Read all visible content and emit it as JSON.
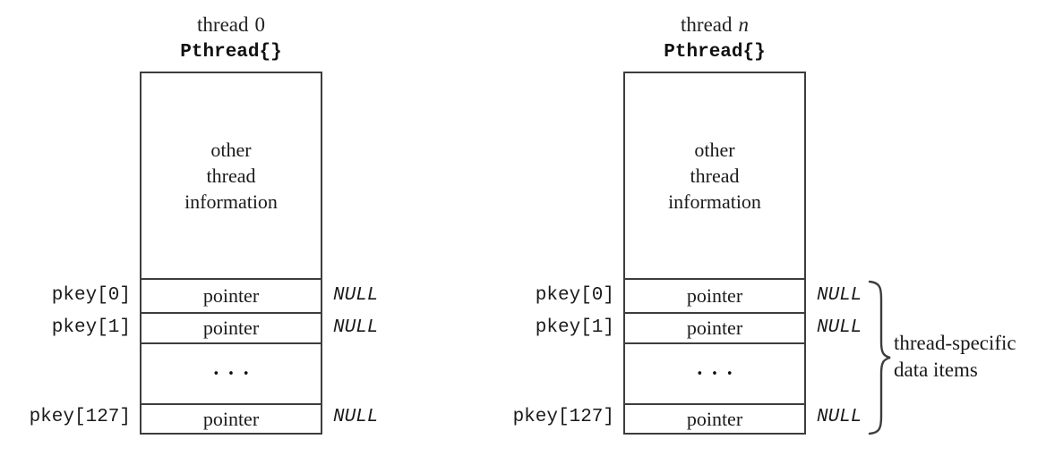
{
  "diagrams": [
    {
      "title_prefix": "thread",
      "title_suffix": "0",
      "struct_name": "Pthread{}",
      "info_lines": [
        "other",
        "thread",
        "information"
      ],
      "ellipsis": "•••",
      "rows": [
        {
          "label": "pkey[0]",
          "cell": "pointer",
          "value": "NULL"
        },
        {
          "label": "pkey[1]",
          "cell": "pointer",
          "value": "NULL"
        },
        {
          "label": "pkey[127]",
          "cell": "pointer",
          "value": "NULL"
        }
      ]
    },
    {
      "title_prefix": "thread",
      "title_suffix": "n",
      "struct_name": "Pthread{}",
      "info_lines": [
        "other",
        "thread",
        "information"
      ],
      "ellipsis": "•••",
      "rows": [
        {
          "label": "pkey[0]",
          "cell": "pointer",
          "value": "NULL"
        },
        {
          "label": "pkey[1]",
          "cell": "pointer",
          "value": "NULL"
        },
        {
          "label": "pkey[127]",
          "cell": "pointer",
          "value": "NULL"
        }
      ]
    }
  ],
  "brace_label": {
    "line1": "thread-specific",
    "line2": "data items"
  },
  "colors": {
    "line": "#3d3d3d",
    "text": "#1a1a1a",
    "background": "#ffffff"
  }
}
